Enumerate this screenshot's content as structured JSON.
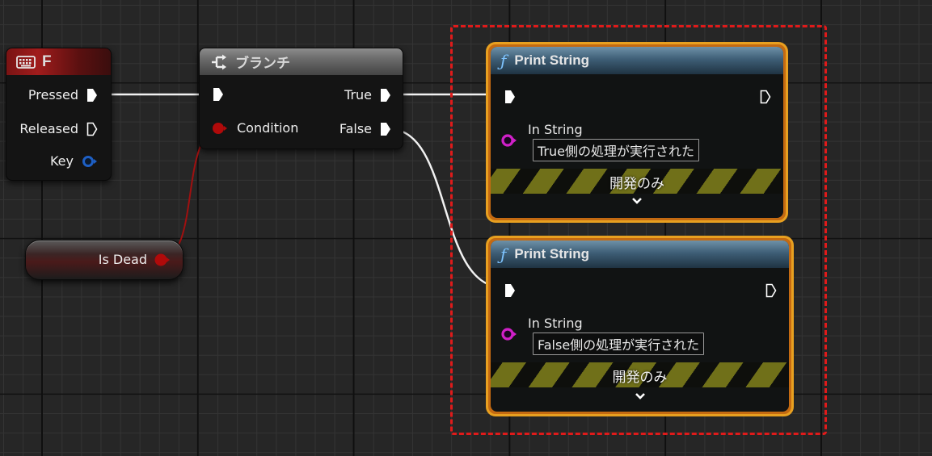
{
  "graph": {
    "background_color": "#262626",
    "selection_outline_color": "#e01a1a"
  },
  "nodes": {
    "key_event": {
      "title": "F",
      "icon": "keyboard-icon",
      "header_color": "#a01c1c",
      "pins": {
        "pressed": "Pressed",
        "released": "Released",
        "key": "Key"
      }
    },
    "branch": {
      "title": "ブランチ",
      "icon": "branch-icon",
      "pins": {
        "condition": "Condition",
        "true": "True",
        "false": "False"
      }
    },
    "is_dead": {
      "label": "Is Dead",
      "pin_color": "#b00a0a"
    },
    "print_string_true": {
      "title": "Print String",
      "icon": "function-icon",
      "in_string_label": "In String",
      "in_string_value": "True側の処理が実行された",
      "dev_only_label": "開発のみ",
      "expand_icon": "chevron-down-icon",
      "border_color": "#e8a020"
    },
    "print_string_false": {
      "title": "Print String",
      "icon": "function-icon",
      "in_string_label": "In String",
      "in_string_value": "False側の処理が実行された",
      "dev_only_label": "開発のみ",
      "expand_icon": "chevron-down-icon",
      "border_color": "#e8a020"
    }
  },
  "glyphs": {
    "function": "ƒ",
    "chevron": "⌄"
  }
}
